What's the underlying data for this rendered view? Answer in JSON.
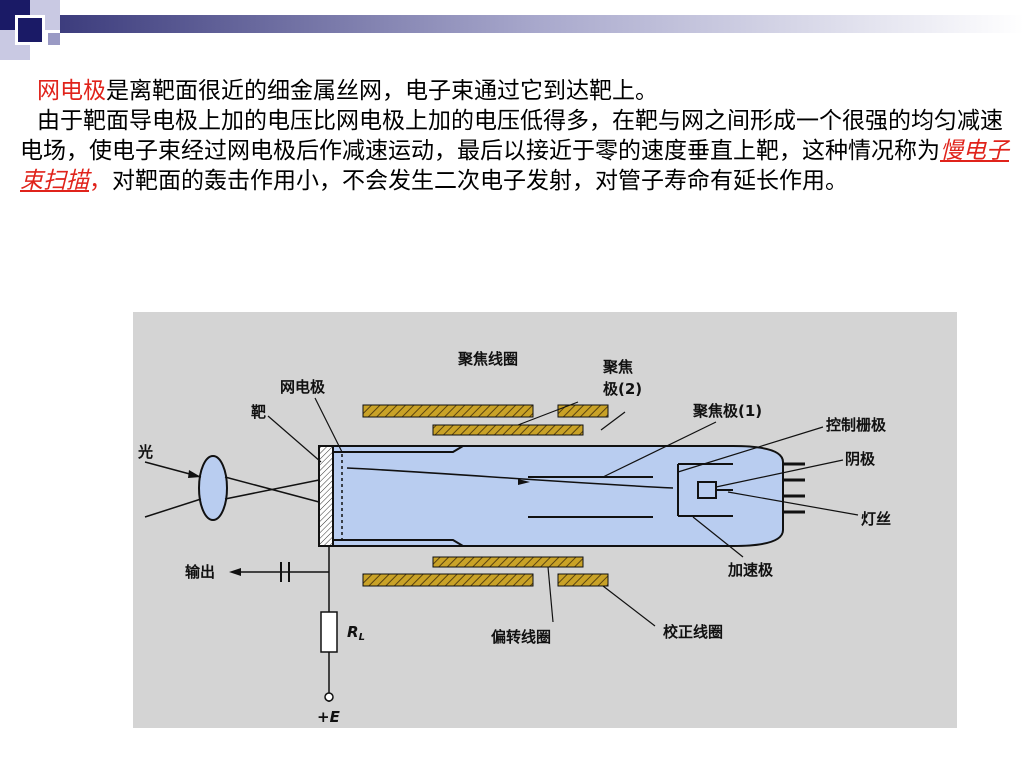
{
  "slide": {
    "line1": {
      "highlight": "网电极",
      "rest": "是离靶面很近的细金属丝网，电子束通过它到达靶上。"
    },
    "para2": {
      "before": "由于靶面导电极上加的电压比网电极上加的电压低得多，在靶与网之间形成一个很强的均匀减速电场，使电子束经过网电极后作减速运动，最后以接近于零的速度垂直上靶，这种情况称为",
      "term": "慢电子束扫描",
      "comma": "，",
      "after": "对靶面的轰击作用小，不会发生二次电子发射，对管子寿命有延长作用。"
    }
  },
  "diagram": {
    "labels": {
      "focus_coil": "聚焦线圈",
      "focus2_a": "聚焦",
      "focus2_b": "极(2)",
      "focus1": "聚焦极(1)",
      "mesh": "网电极",
      "target": "靶",
      "control_grid": "控制栅极",
      "cathode": "阴极",
      "light": "光",
      "filament": "灯丝",
      "output": "输出",
      "accel": "加速极",
      "RL": "R",
      "RL_sub": "L",
      "deflect_coil": "偏转线圈",
      "correct_coil": "校正线圈",
      "plusE": "+E"
    }
  },
  "colors": {
    "accent_red": "#e0231b",
    "navy": "#1a1a66",
    "tube": "#b9cdf0",
    "coil": "#c9a227",
    "figure_bg": "#d4d4d4"
  }
}
